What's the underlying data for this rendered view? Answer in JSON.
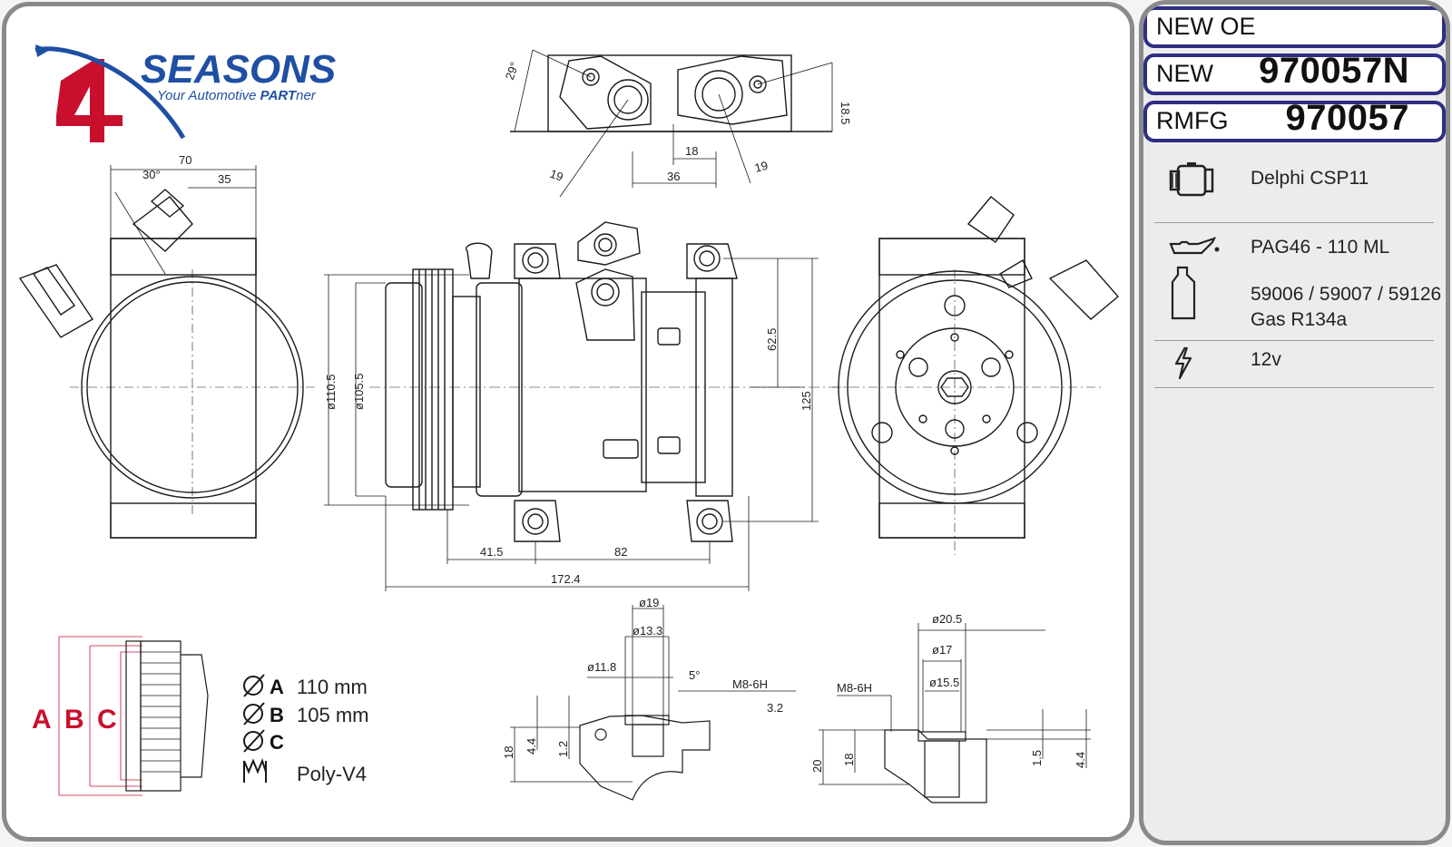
{
  "brand": {
    "name": "SEASONS",
    "digit": "4",
    "tagline_part1": "Your Automotive ",
    "tagline_part2": "PART",
    "tagline_part3": "ner",
    "colors": {
      "red": "#c8102e",
      "blue": "#1f4fa3"
    }
  },
  "codes": [
    {
      "label": "NEW OE",
      "value": ""
    },
    {
      "label": "NEW",
      "value": "970057N"
    },
    {
      "label": "RMFG",
      "value": "970057"
    }
  ],
  "specs": {
    "compressor": {
      "icon": "compressor-icon",
      "text": "Delphi CSP11"
    },
    "oil": {
      "icon": "oil-can-icon",
      "text": "PAG46 - 110 ML"
    },
    "gas": {
      "icon": "oil-bottle-icon",
      "line1": "59006 / 59007 / 59126",
      "line2": "Gas R134a"
    },
    "voltage": {
      "icon": "lightning-icon",
      "text": "12v"
    }
  },
  "dimensions": {
    "top_view": {
      "angle_29": "29°",
      "d18_5": "18.5",
      "d19_left": "19",
      "d18": "18",
      "d36": "36",
      "d19_right": "19"
    },
    "side_view": {
      "d70": "70",
      "d35": "35",
      "angle_30": "30°"
    },
    "main_view": {
      "dia_110_5": "ø110.5",
      "dia_105_5": "ø105.5",
      "d62_5": "62.5",
      "d125": "125",
      "d41_5": "41.5",
      "d82": "82",
      "d172_4": "172.4"
    },
    "detail_left": {
      "dia19": "ø19",
      "dia13_3": "ø13.3",
      "dia11_8": "ø11.8",
      "angle5": "5°",
      "thread": "M8-6H",
      "roughness": "3.2",
      "h18": "18",
      "h4_4": "4.4",
      "h1_2": "1.2"
    },
    "detail_right": {
      "dia20_5": "ø20.5",
      "dia17": "ø17",
      "dia15_5": "ø15.5",
      "thread": "M8-6H",
      "h20": "20",
      "h18": "18",
      "h1_5": "1.5",
      "h4_4": "4.4"
    }
  },
  "pulley": {
    "letters": [
      "A",
      "B",
      "C"
    ],
    "rows": [
      {
        "letter": "A",
        "value": "110 mm"
      },
      {
        "letter": "B",
        "value": "105 mm"
      },
      {
        "letter": "C",
        "value": ""
      }
    ],
    "belt": "Poly-V4",
    "letter_color": "#c8102e"
  }
}
